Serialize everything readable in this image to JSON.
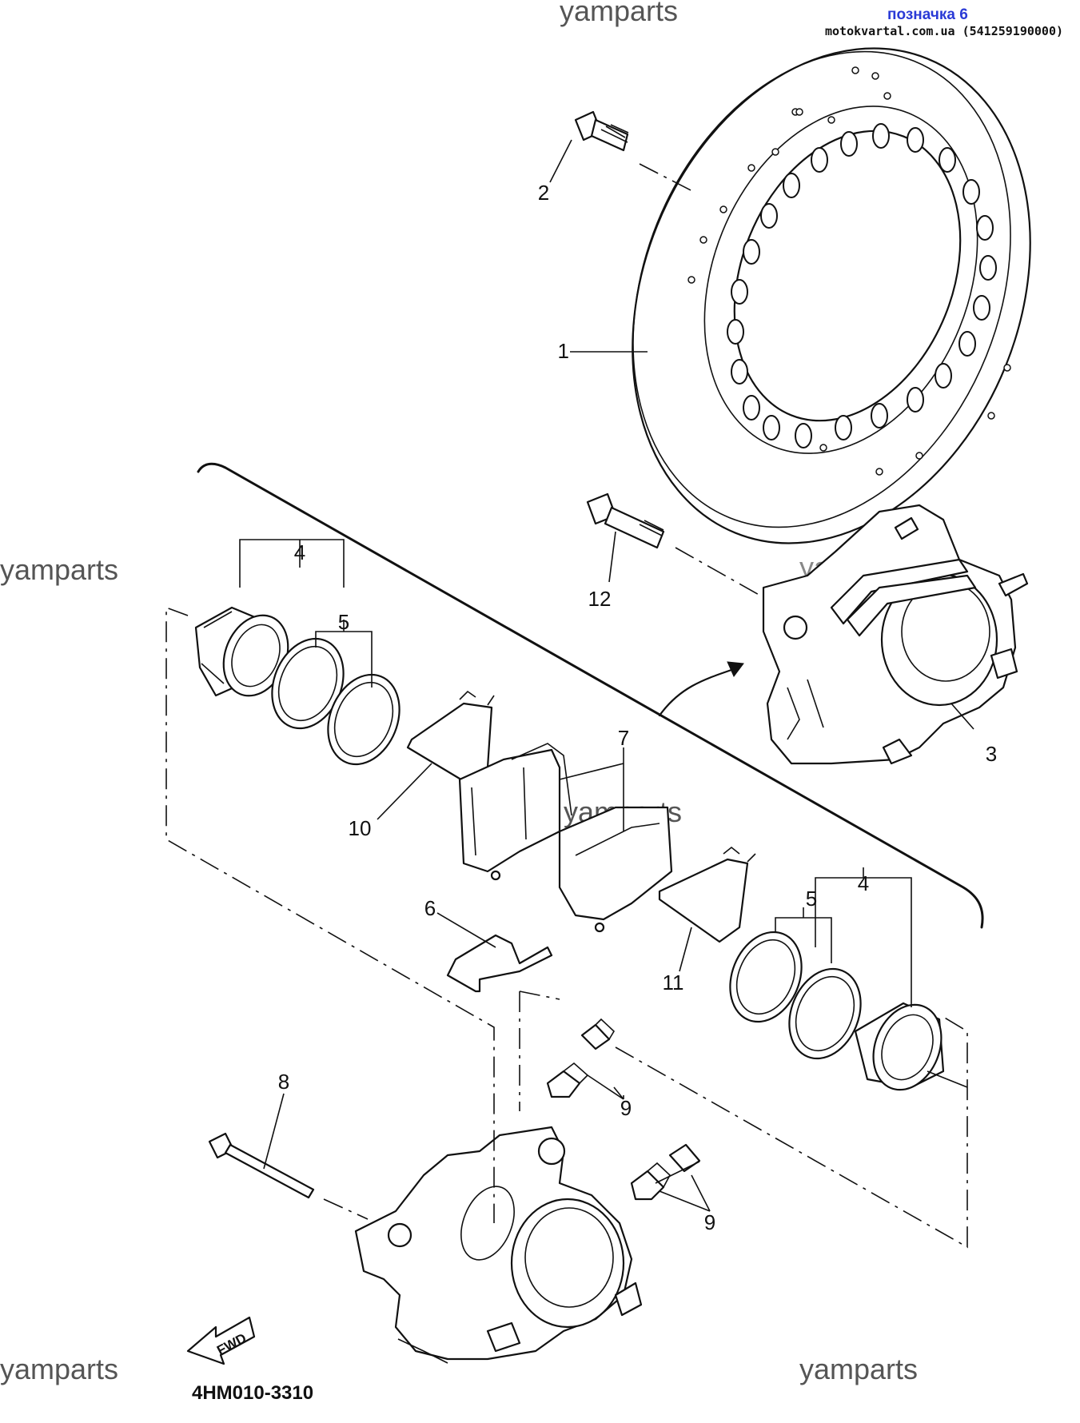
{
  "header": {
    "link_text": "позначка 6",
    "site_text": "motokvartal.com.ua (541259190000)"
  },
  "watermarks": [
    "yamparts",
    "yamparts",
    "yamparts",
    "yamparts",
    "yamparts"
  ],
  "callouts": {
    "p1": "1",
    "p2": "2",
    "p3": "3",
    "p4a": "4",
    "p4b": "4",
    "p5a": "5",
    "p5b": "5",
    "p6": "6",
    "p7": "7",
    "p8": "8",
    "p9a": "9",
    "p9b": "9",
    "p10": "10",
    "p11": "11",
    "p12": "12"
  },
  "fwd_label": "FWD",
  "diagram_code": "4HM010-3310"
}
